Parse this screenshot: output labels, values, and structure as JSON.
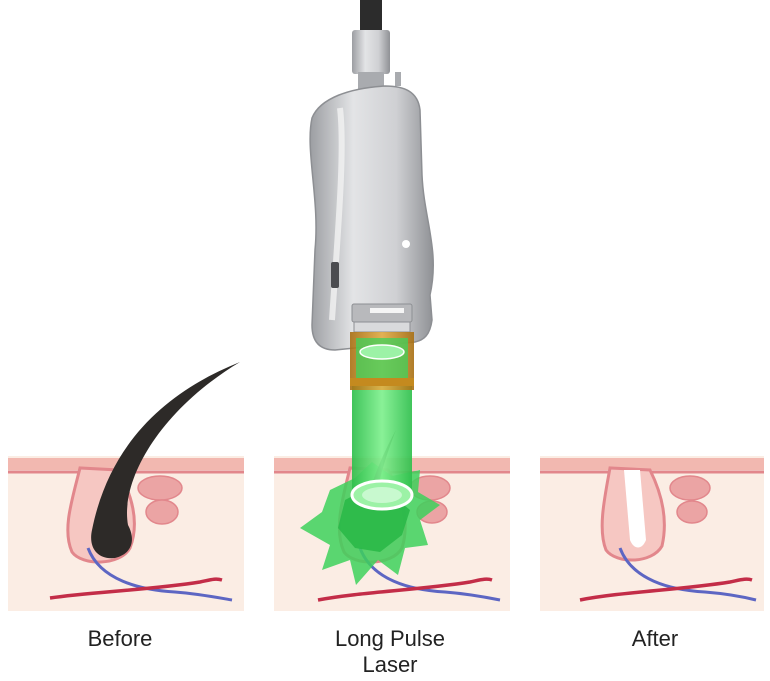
{
  "captions": {
    "before": "Before",
    "laser_line1": "Long Pulse",
    "laser_line2": "Laser",
    "after": "After"
  },
  "colors": {
    "skin_base": "#FBEDE4",
    "skin_top": "#F2B8B0",
    "skin_line": "#E2878C",
    "gland": "#EBA4A4",
    "follicle": "#F6C7C2",
    "hair": "#2D2A28",
    "vein": "#5D66C3",
    "artery": "#C32D48",
    "laser_green": "#3DD15C",
    "laser_light": "#9CF2A6",
    "handpiece": "#C9CACC",
    "handpiece_dark": "#8D8F93",
    "tip_gold": "#C48A1F",
    "cable": "#2C2C2C"
  },
  "icons": [
    "hair-icon",
    "laser-handpiece-icon",
    "laser-beam-icon",
    "skin-section-icon"
  ]
}
